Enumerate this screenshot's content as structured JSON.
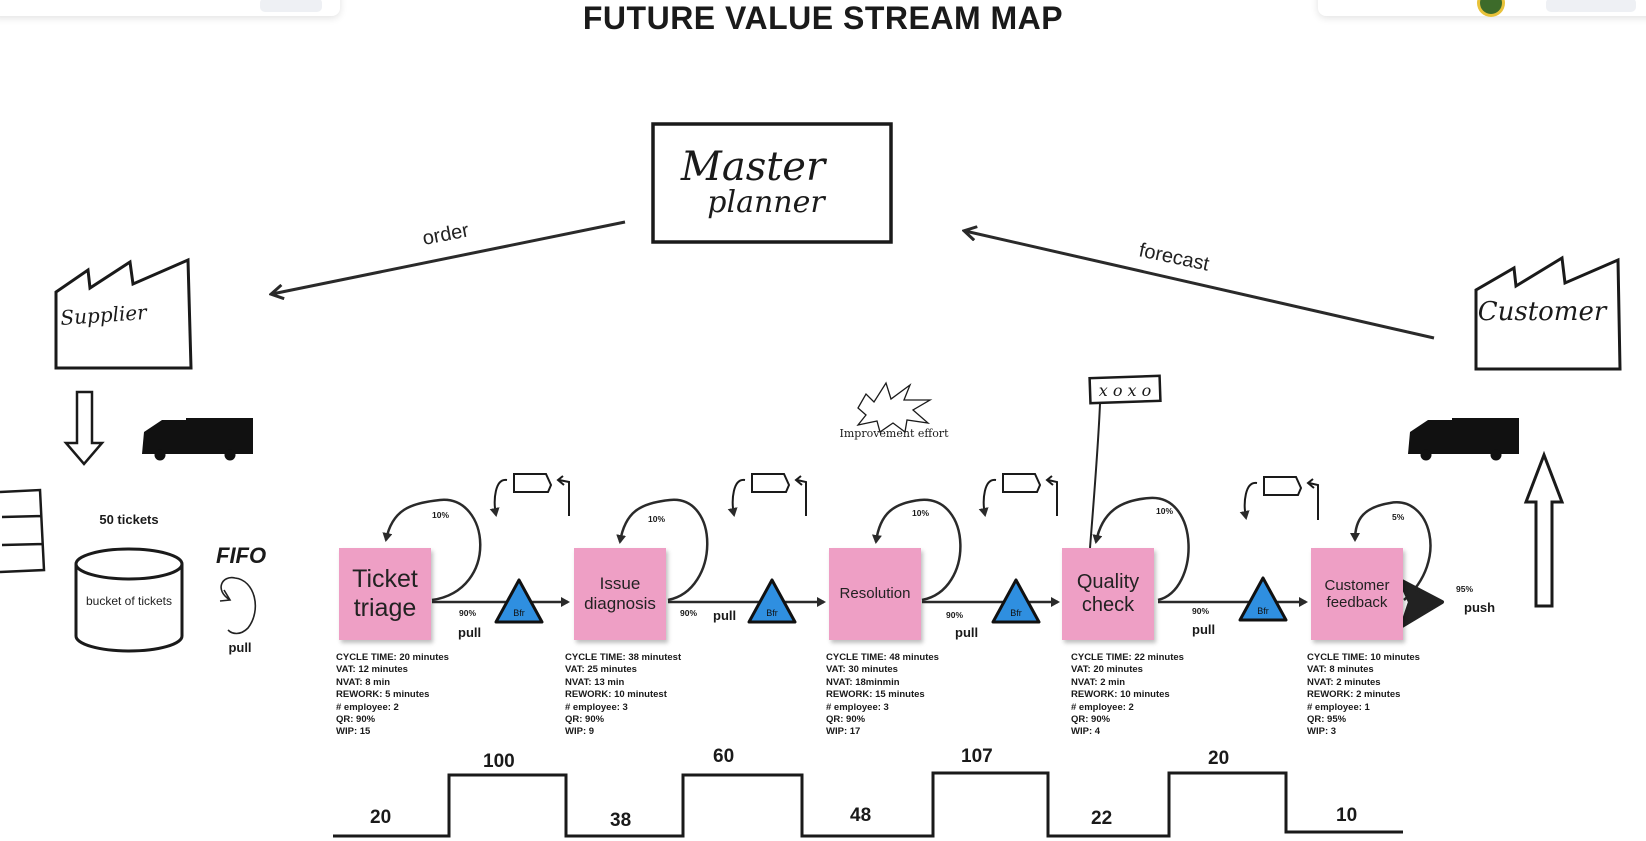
{
  "title": "FUTURE VALUE STREAM MAP",
  "colors": {
    "sticky": "#ee9fc5",
    "buffer": "#2f8fe0",
    "ink": "#1a1a1a"
  },
  "master_planner": {
    "line1": "Master",
    "line2": "planner"
  },
  "supplier": "Supplier",
  "customer": "Customer",
  "order_label": "order",
  "forecast_label": "forecast",
  "improvement": {
    "label": "Improvement effort"
  },
  "signal": "x o x o",
  "inventory": {
    "count": "50 tickets",
    "bucket": "bucket of tickets"
  },
  "fifo": {
    "label": "FIFO",
    "pull": "pull"
  },
  "buffer_label": "Bfr",
  "push_label": "push",
  "push_pct": "95%",
  "processes": [
    {
      "name": "Ticket triage",
      "rework_pct": "10%",
      "flow_pct": "90%",
      "flow_label": "pull",
      "stats": [
        "CYCLE TIME: 20 minutes",
        "VAT: 12 minutes",
        "NVAT: 8 min",
        "REWORK: 5 minutes",
        "# employee: 2",
        "QR: 90%",
        "WIP: 15"
      ]
    },
    {
      "name": "Issue diagnosis",
      "rework_pct": "10%",
      "flow_pct": "90%",
      "flow_label": "pull",
      "stats": [
        "CYCLE TIME: 38 minutest",
        "VAT: 25 minutes",
        "NVAT: 13 min",
        "REWORK: 10 minutest",
        "# employee: 3",
        "QR: 90%",
        "WIP: 9"
      ]
    },
    {
      "name": "Resolution",
      "rework_pct": "10%",
      "flow_pct": "90%",
      "flow_label": "pull",
      "stats": [
        "CYCLE TIME: 48 minutes",
        "VAT: 30 minutes",
        "NVAT: 18minmin",
        "REWORK: 15 minutes",
        "# employee: 3",
        "QR: 90%",
        "WIP: 17"
      ]
    },
    {
      "name": "Quality check",
      "rework_pct": "10%",
      "flow_pct": "90%",
      "flow_label": "pull",
      "stats": [
        "CYCLE TIME: 22 minutes",
        "VAT: 20 minutes",
        "NVAT: 2 min",
        "REWORK: 10 minutes",
        "# employee: 2",
        "QR: 90%",
        "WIP: 4"
      ]
    },
    {
      "name": "Customer feedback",
      "rework_pct": "5%",
      "stats": [
        "CYCLE TIME: 10 minutes",
        "VAT: 8 minutes",
        "NVAT: 2 minutes",
        "REWORK: 2 minutes",
        "# employee: 1",
        "QR: 95%",
        "WIP: 3"
      ]
    }
  ],
  "timeline": {
    "low": [
      "20",
      "38",
      "48",
      "22",
      "10"
    ],
    "high": [
      "100",
      "60",
      "107",
      "20"
    ]
  }
}
